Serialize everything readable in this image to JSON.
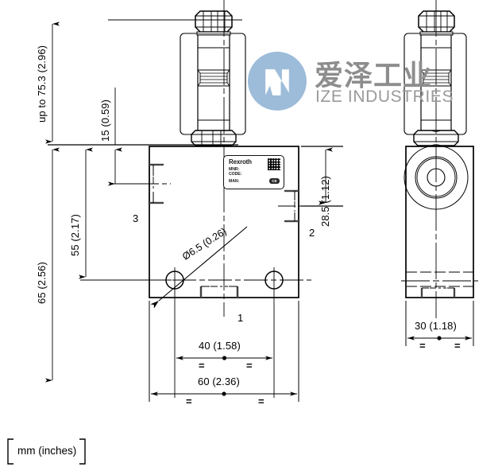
{
  "drawing": {
    "title": "Hydraulic valve dimensional drawing",
    "unit_note": "mm  (inches)",
    "unit_note_bracket_left": "[",
    "unit_note_bracket_right": "]"
  },
  "dimensions": {
    "overall_height_max": "up to 75.3 (2.96)",
    "body_height": "65 (2.56)",
    "mounting_height": "55 (2.17)",
    "top_offset": "15 (0.59)",
    "port2_height": "28.5 (1.12)",
    "hole_spacing": "40 (1.58)",
    "body_width": "60 (2.36)",
    "side_width": "30 (1.18)",
    "hole_diameter": "Ø6.5 (0.26)"
  },
  "port_labels": {
    "port1": "1",
    "port2": "2",
    "port3": "3"
  },
  "symmetry_marks": {
    "mark": "=",
    "hole_spacing_left": "=",
    "hole_spacing_right": "=",
    "body_width_left": "=",
    "body_width_right": "=",
    "side_width_left": "=",
    "side_width_right": "="
  },
  "nameplate": {
    "brand": "Rexroth",
    "field_mnr": "MNR:",
    "field_code": "CODE:",
    "field_man": "MAN:",
    "ce_mark": "CE",
    "qr_name": "data-matrix-code"
  },
  "watermark": {
    "chinese_text": "爱泽工业",
    "english_text": "IZE INDUSTRIES",
    "logo_color": "#9dbcd9",
    "text_color": "#8d8d8d"
  },
  "colors": {
    "line": "#000000",
    "background": "#ffffff",
    "shade": "#6e6e6e"
  }
}
